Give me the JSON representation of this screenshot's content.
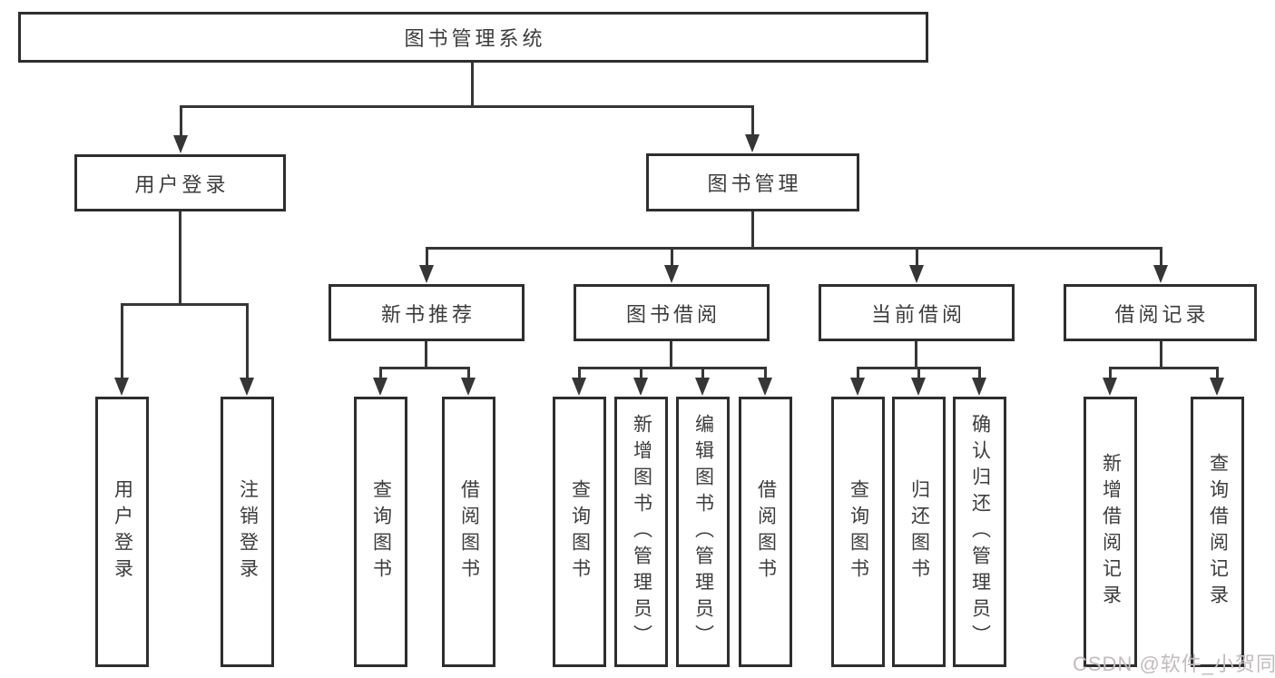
{
  "diagram_title": "图书管理系统",
  "tree": {
    "root": {
      "label": "图书管理系统"
    },
    "branches": [
      {
        "label": "用户登录",
        "children": [
          {
            "label": "用户登录"
          },
          {
            "label": "注销登录"
          }
        ]
      },
      {
        "label": "图书管理",
        "children": [
          {
            "label": "新书推荐",
            "children": [
              {
                "label": "查询图书"
              },
              {
                "label": "借阅图书"
              }
            ]
          },
          {
            "label": "图书借阅",
            "children": [
              {
                "label": "查询图书"
              },
              {
                "label": "新增图书（管理员）"
              },
              {
                "label": "编辑图书（管理员）"
              },
              {
                "label": "借阅图书"
              }
            ]
          },
          {
            "label": "当前借阅",
            "children": [
              {
                "label": "查询图书"
              },
              {
                "label": "归还图书"
              },
              {
                "label": "确认归还（管理员）"
              }
            ]
          },
          {
            "label": "借阅记录",
            "children": [
              {
                "label": "新增借阅记录"
              },
              {
                "label": "查询借阅记录"
              }
            ]
          }
        ]
      }
    ]
  },
  "watermark": {
    "text": "CSDN @软件_小贺同学"
  },
  "colors": {
    "line": "#363636",
    "box_border": "#2e2e2e",
    "text": "#3c3c3c",
    "background": "#ffffff",
    "watermark": "#c1bcbd"
  }
}
